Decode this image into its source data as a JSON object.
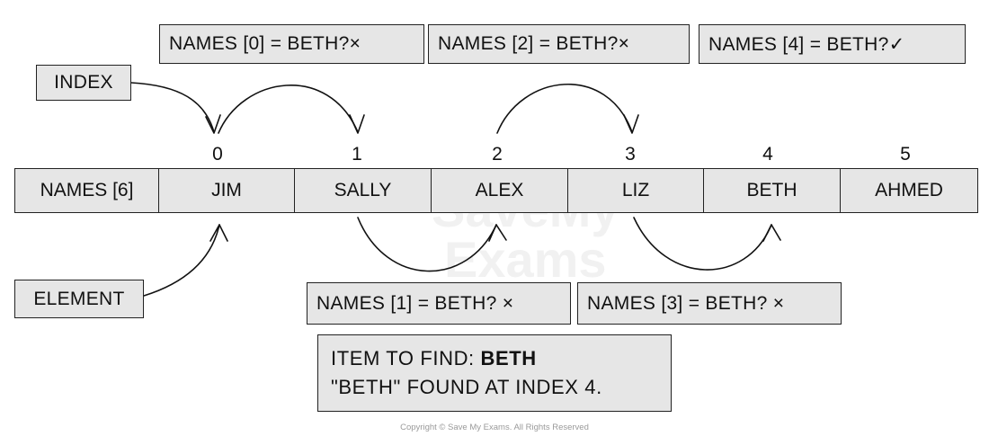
{
  "array": {
    "name_label": "NAMES [6]",
    "indices": [
      "0",
      "1",
      "2",
      "3",
      "4",
      "5"
    ],
    "elements": [
      "JIM",
      "SALLY",
      "ALEX",
      "LIZ",
      "BETH",
      "AHMED"
    ]
  },
  "labels": {
    "index": "INDEX",
    "element": "ELEMENT"
  },
  "checks_top": [
    "NAMES [0] = BETH?×",
    "NAMES [2] = BETH?×",
    "NAMES [4] = BETH?✓"
  ],
  "checks_bottom": [
    "NAMES [1] = BETH? ×",
    "NAMES [3] = BETH? ×"
  ],
  "result": {
    "prefix": "ITEM TO FIND: ",
    "item": "BETH",
    "found": "\"BETH\" FOUND AT INDEX 4."
  },
  "watermark": "SaveMy\nExams",
  "copyright": "Copyright © Save My Exams. All Rights Reserved"
}
